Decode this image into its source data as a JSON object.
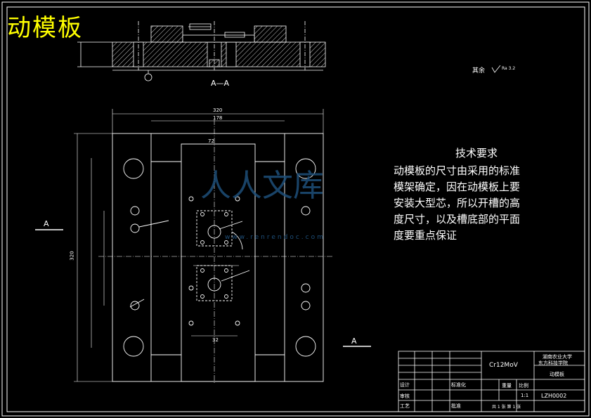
{
  "title": "动模板",
  "section_label": "A—A",
  "cut_mark_left": "A",
  "cut_mark_right": "A",
  "roughness_note": "其余",
  "roughness_value": "Ra 3.2",
  "tech_requirements": {
    "heading": "技术要求",
    "lines": [
      "动模板的尺寸由采用的标准",
      "模架确定，因在动模板上要",
      "安装大型芯，所以开槽的高",
      "度尺寸，以及槽底部的平面",
      "度要重点保证"
    ]
  },
  "watermark": {
    "text": "人人文库",
    "url": "www.renrendoc.com"
  },
  "dimensions": {
    "overall_width": "320",
    "inner_width": "178",
    "slot_width": "72",
    "overall_height": "320",
    "bottom_dim": "32"
  },
  "title_block": {
    "material": "Cr12MoV",
    "school_line1": "湖南农业大学",
    "school_line2": "东方科技学院",
    "part_name": "动模板",
    "scale_label": "比例",
    "scale": "1:1",
    "drawing_no": "LZH0002",
    "design_label": "设计",
    "check_label": "审核",
    "process_label": "工艺",
    "standard_label": "标准化",
    "approve_label": "批准",
    "weight_label": "重量",
    "sheet_info": "共 1 张 第 1 张"
  },
  "colors": {
    "background": "#000000",
    "line": "#ffffff",
    "title": "#ffff00",
    "watermark": "#1e4f7a"
  }
}
